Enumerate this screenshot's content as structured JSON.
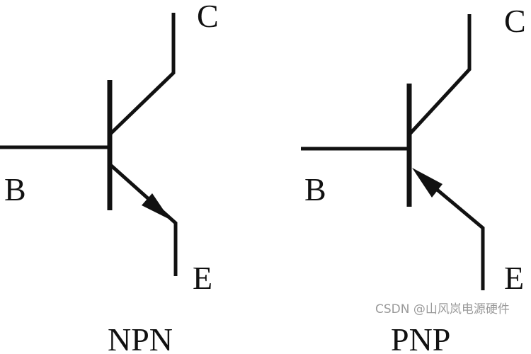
{
  "npn": {
    "collector": "C",
    "base": "B",
    "emitter": "E",
    "title": "NPN"
  },
  "pnp": {
    "collector": "C",
    "base": "B",
    "emitter": "E",
    "title": "PNP"
  },
  "watermark": "CSDN @山风岚电源硬件"
}
